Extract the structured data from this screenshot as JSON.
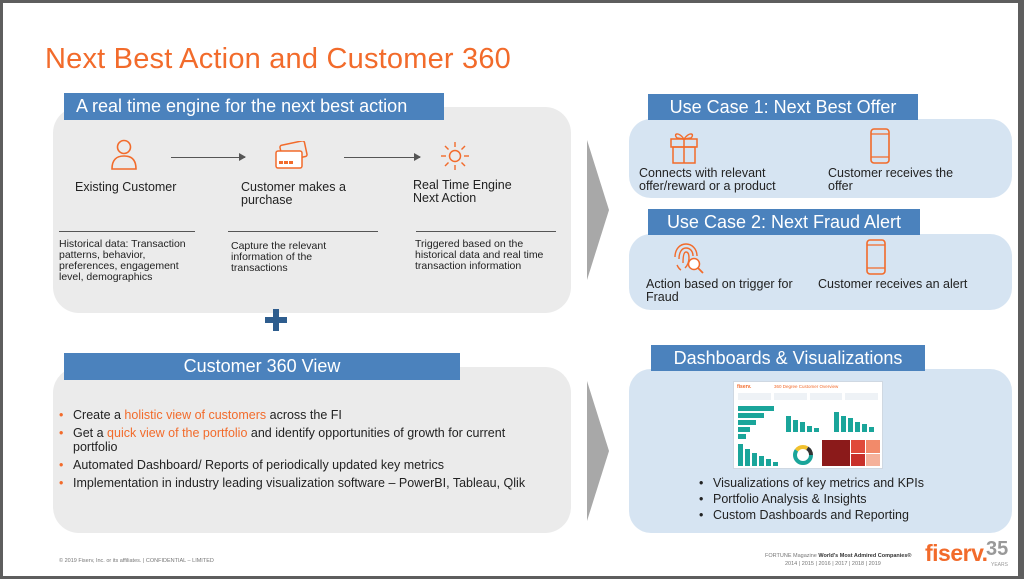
{
  "title": "Next Best Action and Customer 360",
  "engine": {
    "header": "A real time engine for the next best action",
    "steps": [
      {
        "label": "Existing Customer",
        "desc": "Historical data: Transaction patterns, behavior, preferences, engagement level, demographics"
      },
      {
        "label": "Customer makes a purchase",
        "desc": "Capture the relevant information of the transactions"
      },
      {
        "label": "Real Time Engine Next Action",
        "desc": "Triggered based on the historical data and real time transaction information"
      }
    ],
    "plus": "+"
  },
  "c360": {
    "header": "Customer 360 View",
    "b1_pre": "Create a ",
    "b1_hl": "holistic view of customers",
    "b1_post": " across the FI",
    "b2_pre": "Get a ",
    "b2_hl": "quick view of the portfolio",
    "b2_post": " and identify opportunities of growth for current portfolio",
    "b3": "Automated Dashboard/ Reports of periodically updated key metrics",
    "b4": "Implementation in industry leading visualization software – PowerBI, Tableau, Qlik"
  },
  "uc1": {
    "header": "Use Case 1: Next Best Offer",
    "left": "Connects with relevant offer/reward or a product",
    "right": "Customer receives the offer"
  },
  "uc2": {
    "header": "Use Case 2: Next Fraud Alert",
    "left": "Action based on trigger for Fraud",
    "right": "Customer receives an alert"
  },
  "dash": {
    "header": "Dashboards & Visualizations",
    "thumb_title": "360 Degree Customer Overview",
    "thumb_logo": "fiserv.",
    "bullets": [
      "Visualizations of key metrics and KPIs",
      "Portfolio Analysis & Insights",
      "Custom Dashboards and Reporting"
    ]
  },
  "footer": {
    "copyright": "© 2019 Fiserv, Inc. or its affiliates.   |   CONFIDENTIAL – LIMITED",
    "fortune_pre": "FORTUNE Magazine ",
    "fortune_bold": "World's Most Admired Companies®",
    "years": "2014  |  2015  |  2016  |  2017  |  2018  |  2019",
    "logo": "fiserv.",
    "anniv": "35",
    "anniv_sub": "YEARS"
  },
  "colors": {
    "accent": "#f26b2b",
    "header_blue": "#4b82bd",
    "panel_grey": "#ebebeb",
    "panel_blue": "#d6e4f2"
  }
}
